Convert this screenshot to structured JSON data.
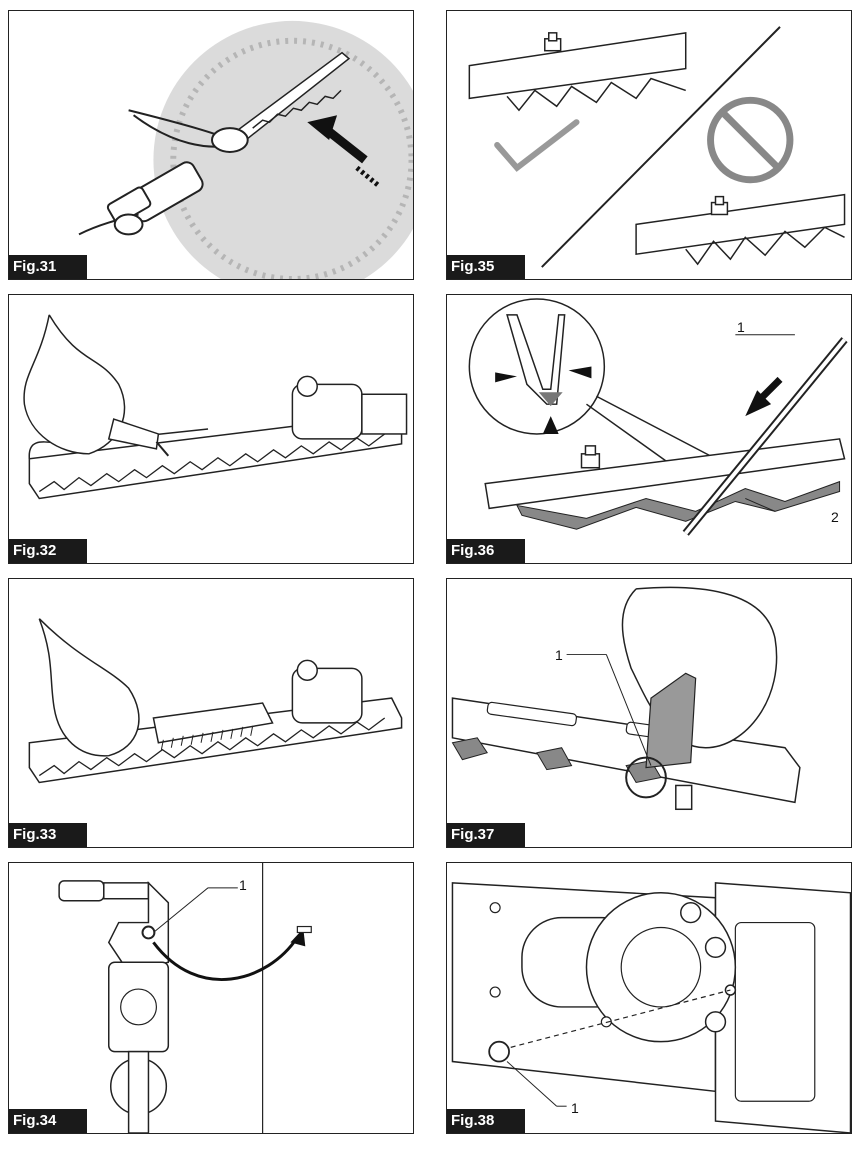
{
  "figures": {
    "f31": {
      "label": "Fig.31"
    },
    "f35": {
      "label": "Fig.35"
    },
    "f32": {
      "label": "Fig.32"
    },
    "f36": {
      "label": "Fig.36",
      "callout_1": "1",
      "callout_2": "2"
    },
    "f33": {
      "label": "Fig.33"
    },
    "f37": {
      "label": "Fig.37",
      "callout_1": "1"
    },
    "f34": {
      "label": "Fig.34",
      "callout_1": "1"
    },
    "f38": {
      "label": "Fig.38",
      "callout_1": "1"
    }
  },
  "icons": [
    "check-icon",
    "prohibited-icon",
    "arrow-icon"
  ]
}
